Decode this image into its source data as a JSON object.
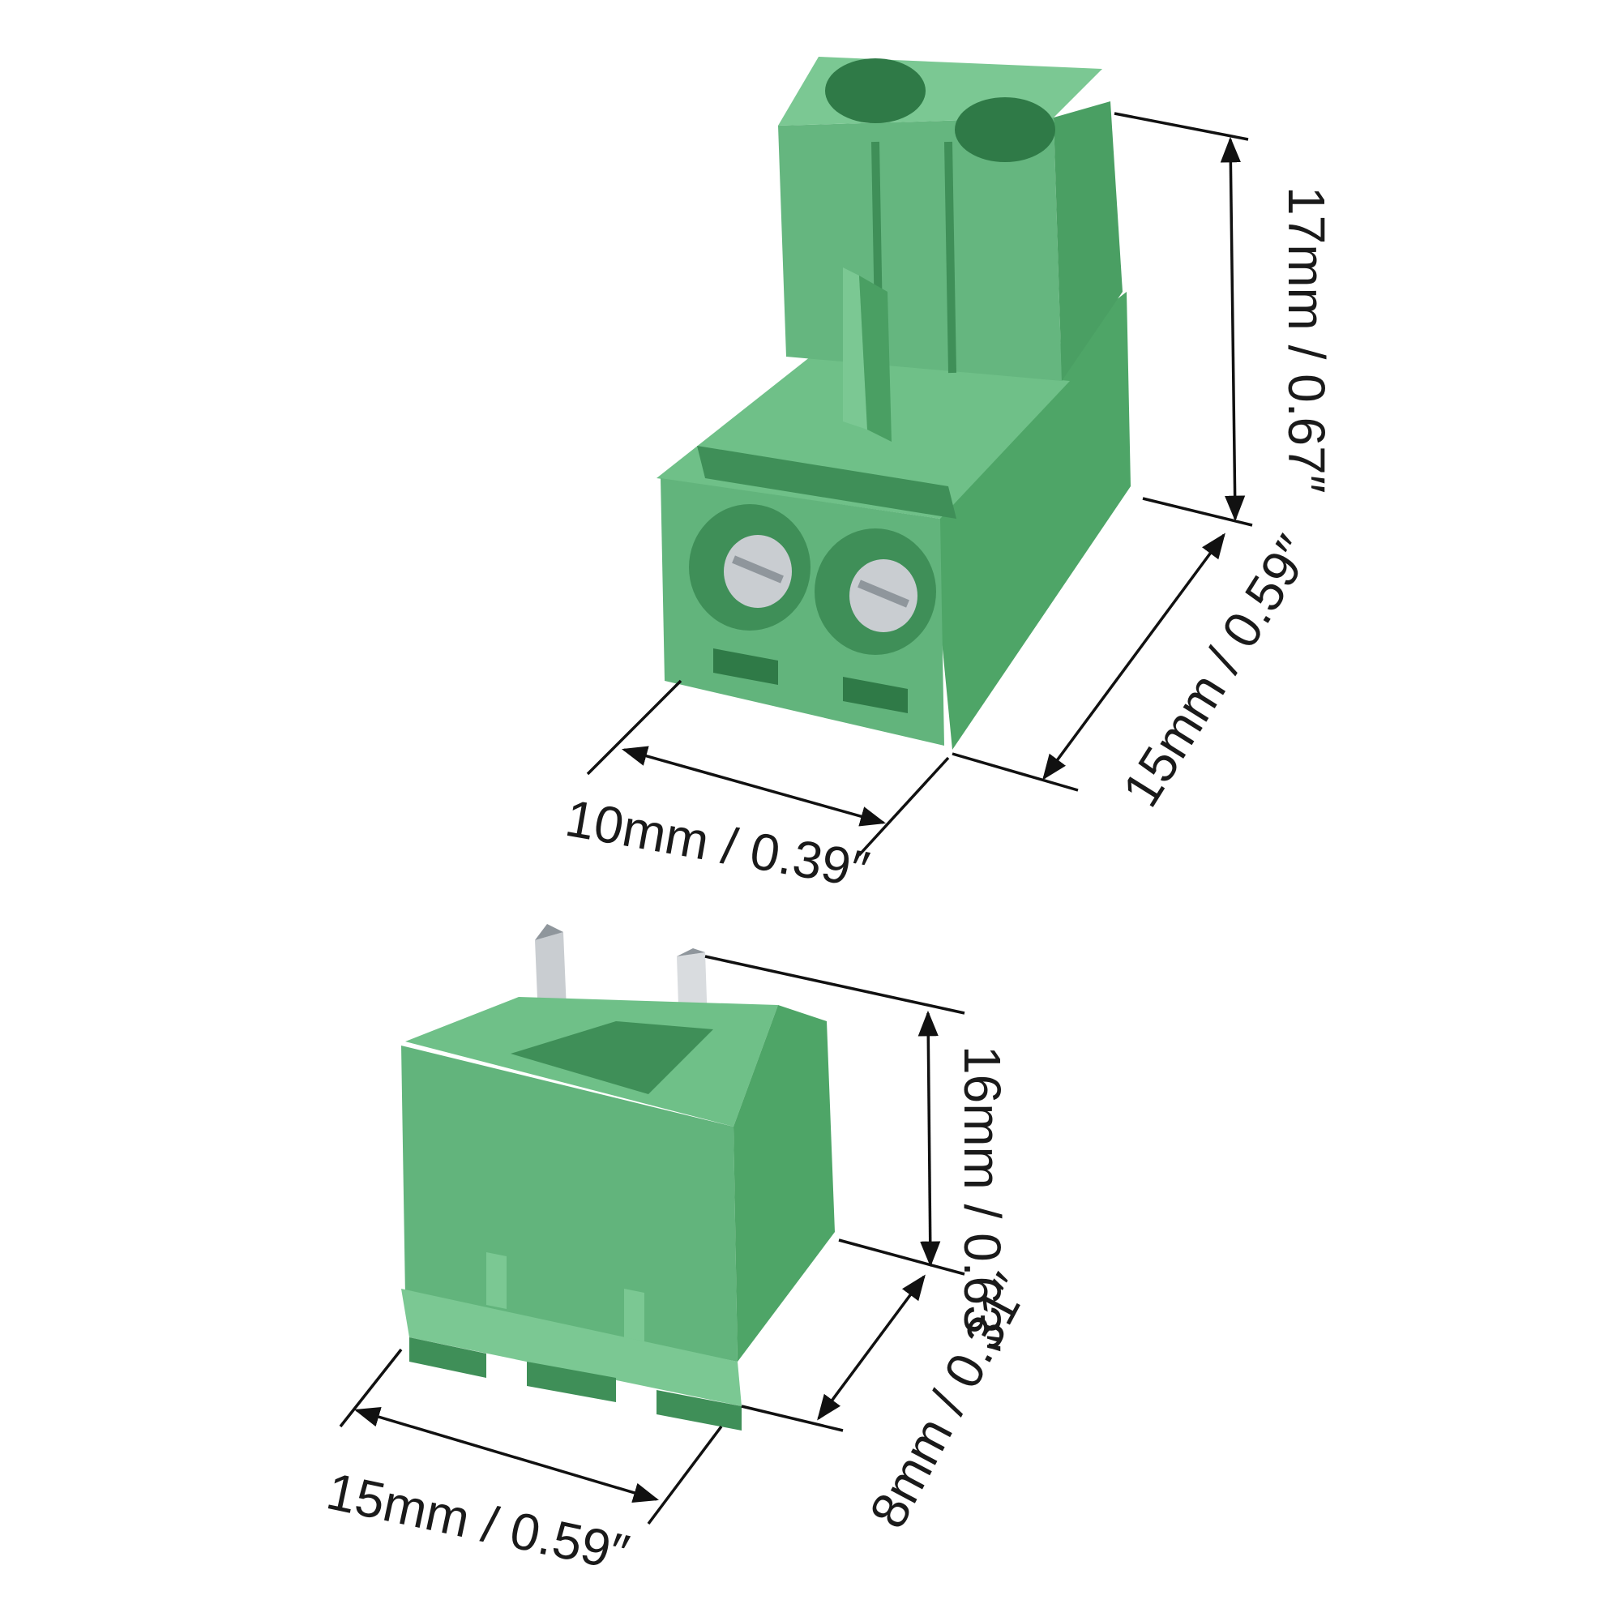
{
  "colors": {
    "green": "#5fb277",
    "green_light": "#7cc993",
    "green_dark": "#3f8f58",
    "green_shadow": "#2f7a47",
    "metal": "#c9cdd1",
    "metal_dark": "#8f969c"
  },
  "plug": {
    "height_label": "17mm / 0.67″",
    "depth_label": "15mm / 0.59″",
    "width_label": "10mm / 0.39″"
  },
  "header": {
    "height_label": "16mm / 0.63″",
    "depth_label": "8mm / 0.31″",
    "width_label": "15mm / 0.59″"
  }
}
